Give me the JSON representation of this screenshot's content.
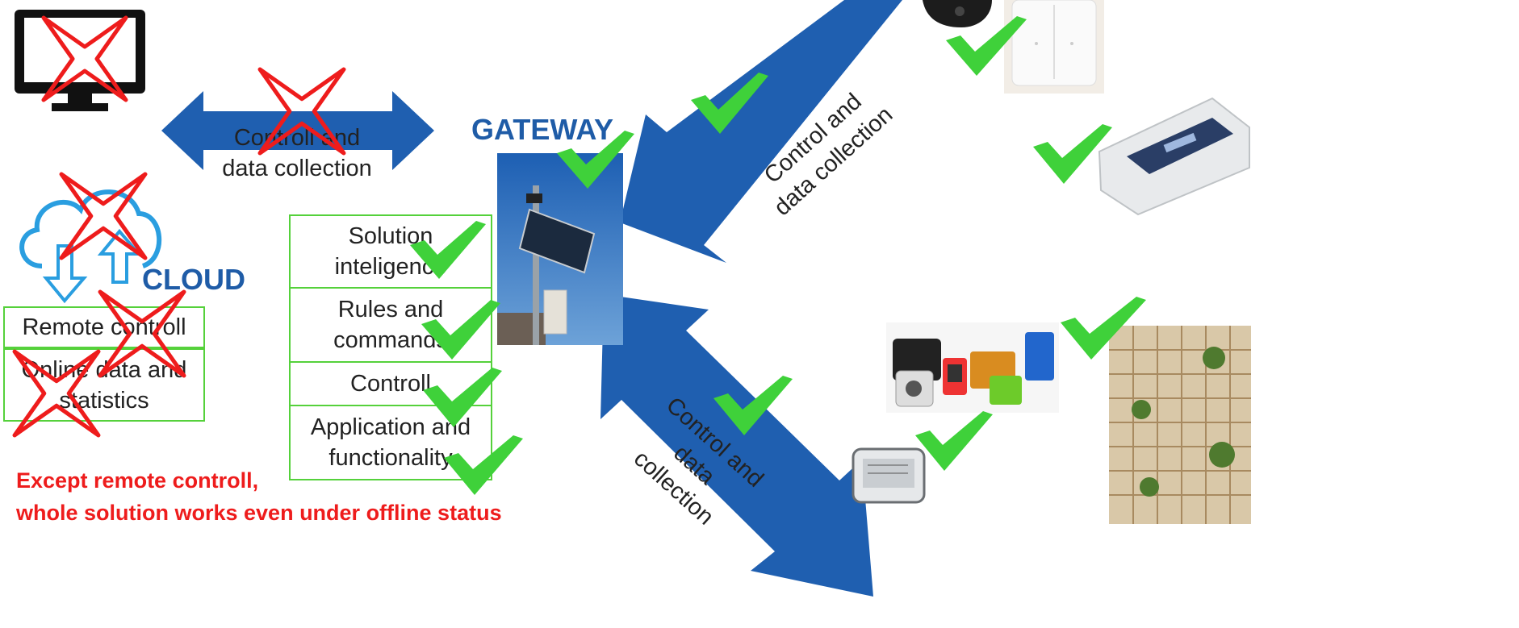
{
  "labels": {
    "gateway": "GATEWAY",
    "cloud": "CLOUD",
    "link_left_1": "Controll and",
    "link_left_2": "data collection",
    "link_top_right_1": "Control and",
    "link_top_right_2": "data collection",
    "link_bottom_right_1": "Control and",
    "link_bottom_right_2": "data",
    "link_bottom_right_3": "collection"
  },
  "cloud_boxes": [
    "Remote controll",
    "Online data and statistics"
  ],
  "gateway_boxes": [
    "Solution inteligence",
    "Rules and commands",
    "Controll",
    "Application and functionality"
  ],
  "footer_note": {
    "line1": "Except remote controll,",
    "line2": "whole solution works even under offline status"
  },
  "colors": {
    "arrow_blue": "#1f5fb0",
    "check_green": "#3fd13a",
    "cross_red": "#ee1c1c",
    "title_blue": "#1f5ca7",
    "box_border": "#55d13b"
  },
  "icons": [
    "monitor-icon",
    "cloud-icon",
    "solar-gateway-photo",
    "sensor-device-photo",
    "wall-switch-photo",
    "control-panel-photo",
    "sensor-devices-photo",
    "sensor-box-photo",
    "tower-building-photo",
    "check-icon",
    "cross-icon"
  ]
}
